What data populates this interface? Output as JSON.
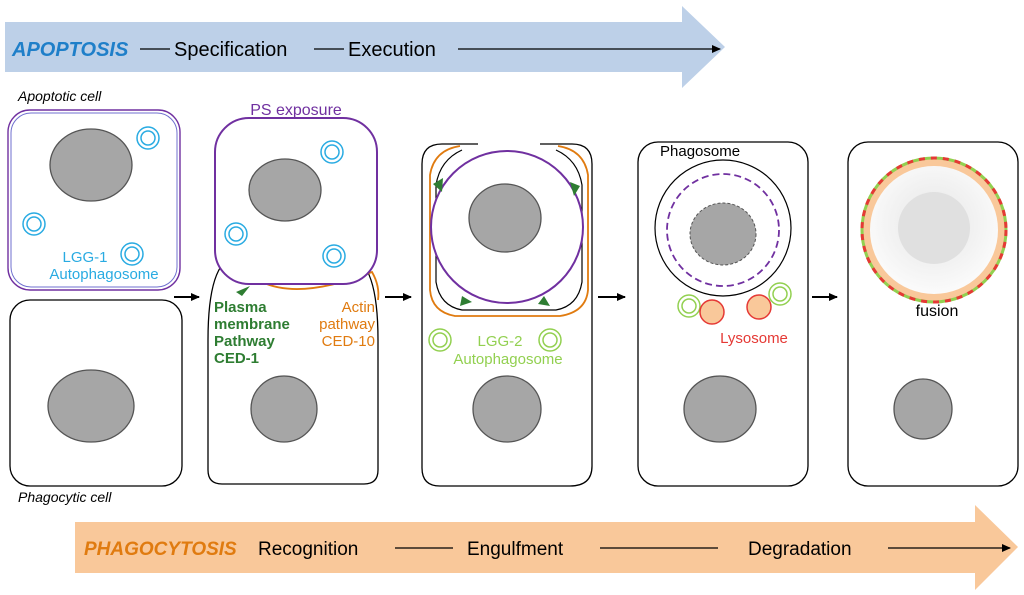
{
  "apoptosis_banner": {
    "title": "APOPTOSIS",
    "stages": [
      "Specification",
      "Execution"
    ],
    "title_color": "#1f7fc9",
    "fill_color": "#bdd0e8"
  },
  "phagocytosis_banner": {
    "title": "PHAGOCYTOSIS",
    "stages": [
      "Recognition",
      "Engulfment",
      "Degradation"
    ],
    "title_color": "#e07b10",
    "fill_color": "#f9c89a"
  },
  "cell_labels": {
    "apoptotic": "Apoptotic cell",
    "phagocytic": "Phagocytic cell"
  },
  "panel1": {
    "autophagosome_label_line1": "LGG-1",
    "autophagosome_label_line2": "Autophagosome",
    "label_color": "#29abe2"
  },
  "panel2": {
    "ps_exposure": "PS exposure",
    "ps_color": "#7030a0",
    "green_pathway": [
      "Plasma",
      "membrane",
      "Pathway",
      "CED-1"
    ],
    "green_color": "#2e7d32",
    "orange_pathway": [
      "Actin",
      "pathway",
      "CED-10"
    ],
    "orange_color": "#e07b10"
  },
  "panel3": {
    "autophagosome_label_line1": "LGG-2",
    "autophagosome_label_line2": "Autophagosome",
    "label_color": "#92d050"
  },
  "panel4": {
    "phagosome": "Phagosome",
    "lysosome": "Lysosome",
    "lysosome_color": "#e53935"
  },
  "panel5": {
    "fusion": "fusion"
  },
  "colors": {
    "nucleus": "#a6a6a6",
    "cell_outline": "#000000",
    "arrow": "#000000"
  }
}
